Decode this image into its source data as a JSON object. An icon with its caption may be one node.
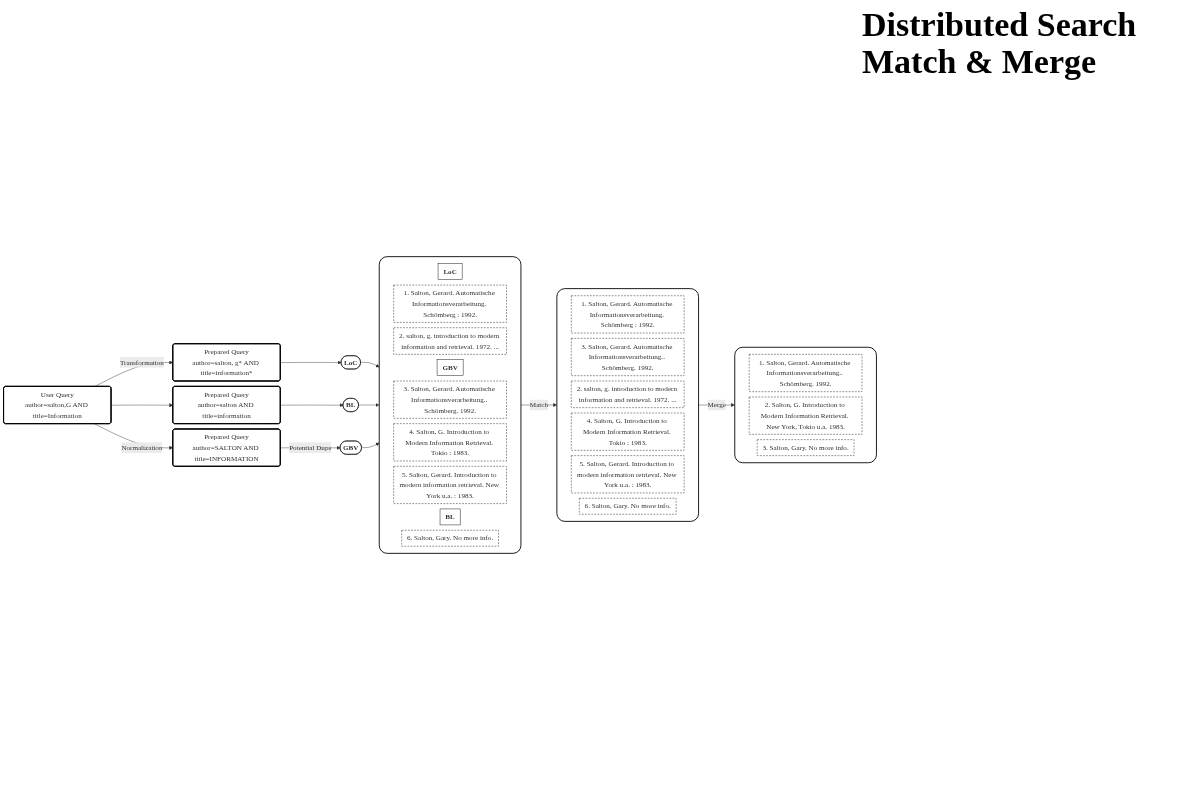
{
  "diagram": {
    "title": "Distributed Search Match & Merge",
    "nodes": [
      {
        "text": [
          "User Query",
          "author=salton,G AND title=Information"
        ]
      },
      {
        "text": [
          "Prepared Query",
          "author=salton, g* AND title=information*"
        ]
      },
      {
        "text": [
          "Prepared Query",
          "author=salton AND title=information"
        ]
      },
      {
        "text": [
          "Prepared Query",
          "author=SALTON AND title=INFORMATION"
        ]
      },
      {
        "text": [
          "LoC"
        ]
      },
      {
        "text": [
          "BL"
        ]
      },
      {
        "text": [
          "GBV"
        ]
      },
      {
        "text": [],
        "shape": "box"
      },
      {
        "text": [
          "LoC"
        ],
        "in": 7
      },
      {
        "text": [
          "1. Salton, Gerard. Automatische Informationsverarbeitung. Schömberg : 1992."
        ],
        "in": 7
      },
      {
        "text": [
          "2. salton, g. introduction to modern information and retrieval. 1972. ..."
        ],
        "in": 7
      },
      {
        "text": [
          "GBV"
        ],
        "in": 7
      },
      {
        "text": [
          "3. Salton, Gerard. Automatische Informationsverarbeitung.. Schömberg. 1992."
        ],
        "in": 7
      },
      {
        "text": [
          "4. Salton, G. Introduction to Modern Information Retrieval. Tokio : 1983."
        ],
        "in": 7
      },
      {
        "text": [
          "5. Salton, Gerard. Introduction to modern information retrieval. New York u.a. : 1983."
        ],
        "in": 7
      },
      {
        "text": [
          "BL"
        ],
        "in": 7
      },
      {
        "text": [
          "6. Salton, Gary. No more info."
        ],
        "in": 7
      },
      {
        "text": [],
        "shape": "box"
      },
      {
        "text": [
          "1. Salton, Gerard. Automatische Informationsverarbeitung. Schömberg : 1992."
        ],
        "in": 17
      },
      {
        "text": [
          "3. Salton, Gerard. Automatische Informationsverarbeitung.. Schömberg. 1992."
        ],
        "in": 17
      },
      {
        "text": [
          "2. salton, g. introduction to modern information and retrieval. 1972. ..."
        ],
        "in": 17
      },
      {
        "text": [
          "4. Salton, G. Introduction to Modern Information Retrieval. Tokio : 1983."
        ],
        "in": 17
      },
      {
        "text": [
          "5. Salton, Gerard. Introduction to modern information retrieval. New York u.a. : 1983."
        ],
        "in": 17
      },
      {
        "text": [
          "6. Salton, Gary. No more info."
        ],
        "in": 17
      },
      {
        "text": [],
        "shape": "box"
      },
      {
        "text": [
          "1. Salton, Gerard. Automatische Informationsverarbeitung.. Schömberg. 1992."
        ],
        "in": 24
      },
      {
        "text": [
          "2. Salton, G. Introduction to Modern Information Retrieval. New York, Tokio u.a. 1983."
        ],
        "in": 24
      },
      {
        "text": [
          "3. Salton, Gary. No more info."
        ],
        "in": 24
      }
    ],
    "edges": [
      {
        "from": 0,
        "to": 1,
        "arrow": "to",
        "label": "Transformation"
      },
      {
        "from": 0,
        "to": 2,
        "arrow": "to"
      },
      {
        "from": 0,
        "to": 3,
        "arrow": "to",
        "label": "Normalization"
      },
      {
        "from": 1,
        "to": 4,
        "arrow": "to"
      },
      {
        "from": 2,
        "to": 5,
        "arrow": "to"
      },
      {
        "from": 3,
        "to": 6,
        "arrow": "to",
        "label": "Potential Dups"
      },
      {
        "from": 4,
        "to": 7,
        "arrow": "to"
      },
      {
        "from": 5,
        "to": 7,
        "arrow": "to"
      },
      {
        "from": 6,
        "to": 7,
        "arrow": "to"
      },
      {
        "from": 7,
        "to": 17,
        "arrow": "to",
        "label": "Match"
      },
      {
        "from": 17,
        "to": 24,
        "arrow": "to",
        "label": "Merge"
      }
    ]
  }
}
